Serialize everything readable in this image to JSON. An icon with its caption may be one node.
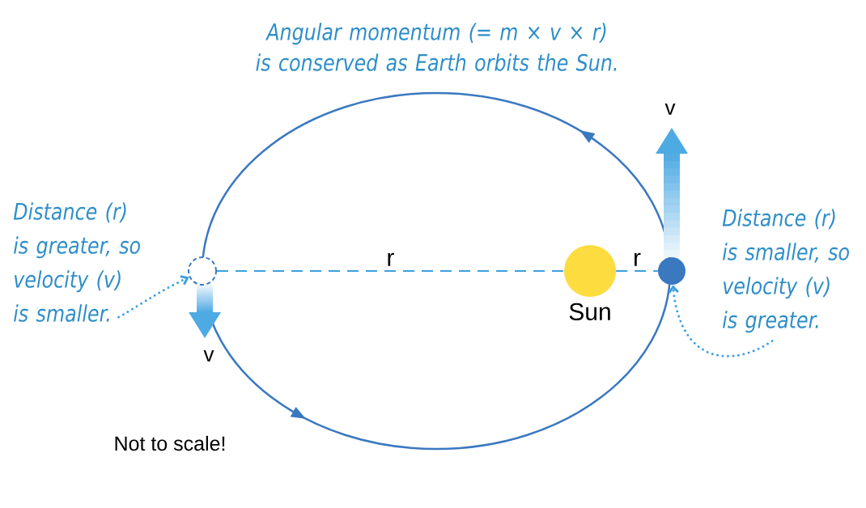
{
  "diagram": {
    "title": "Angular momentum (= m × v × r) is conserved as Earth orbits the Sun.",
    "nodes": [
      {
        "text": [
          "Distance (r) is greater, so velocity (v) is smaller."
        ]
      },
      {
        "text": [],
        "shape": "circle"
      },
      {
        "text": [],
        "shape": "circle",
        "beside": [
          "Sun"
        ]
      },
      {
        "text": [],
        "shape": "circle"
      },
      {
        "text": [
          "Distance (r) is smaller, so velocity (v) is greater."
        ]
      }
    ],
    "edges": [
      {
        "from": 0,
        "to": 1,
        "arrow": "to",
        "style": "dashed"
      },
      {
        "from": 1,
        "to": 2,
        "arrow": "none",
        "style": "dashed",
        "label": "r"
      },
      {
        "from": 2,
        "to": 3,
        "arrow": "none",
        "style": "dashed",
        "label": "r"
      },
      {
        "from": 4,
        "to": 3,
        "arrow": "to",
        "style": "dashed"
      }
    ],
    "labels": [
      "v",
      "v",
      "Not to scale!"
    ]
  }
}
